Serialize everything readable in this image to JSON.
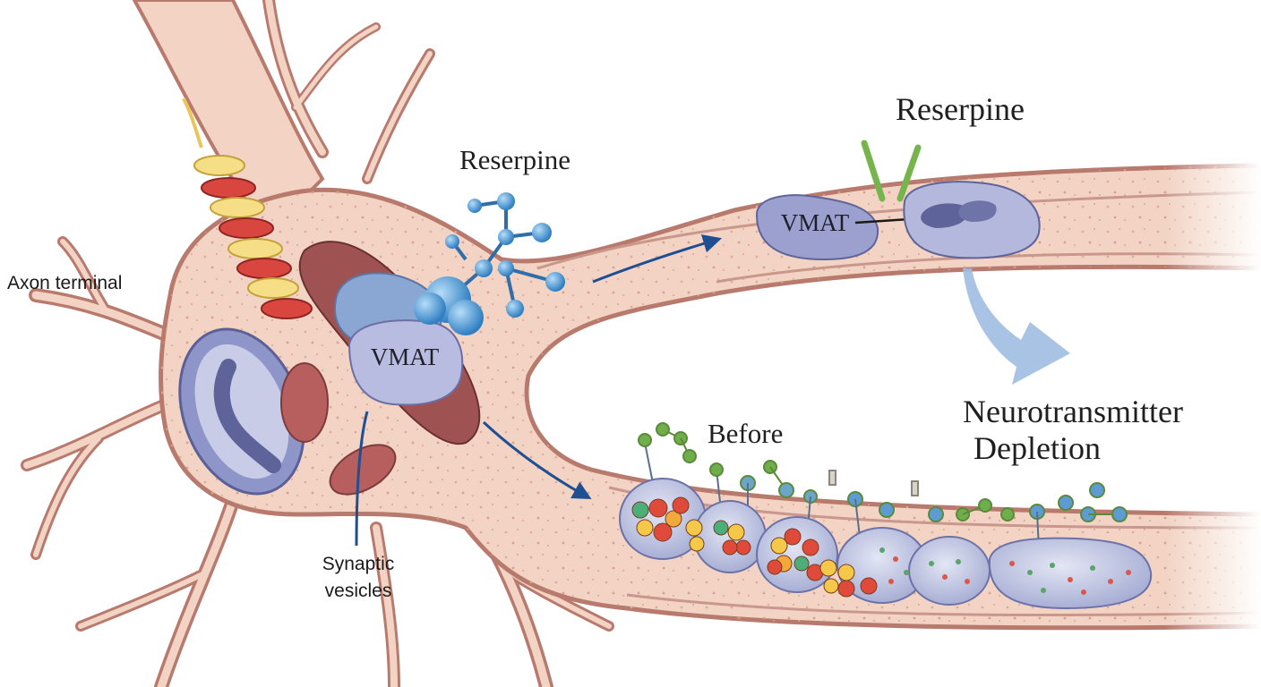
{
  "labels": {
    "axon_terminal": "Axon terminal",
    "reserpine_left": "Reserpine",
    "reserpine_top": "Reserpine",
    "vmat_left": "VMAT",
    "vmat_right": "VMAT",
    "synaptic_line1": "Synaptic",
    "synaptic_line2": "vesicles",
    "before": "Before",
    "depletion_line1": "Neurotransmitter",
    "depletion_line2": "Depletion"
  },
  "colors": {
    "cytoplasm": "#f2d3c4",
    "membrane": "#b97a6e",
    "vmat": "#a9aed6",
    "reserpine_molecule": "#3f93d4",
    "arrow": "#1f4f93",
    "big_arrow": "#8fb0d8",
    "mitochondria": "#b75f5f",
    "nucleus": "#8e95c8"
  },
  "icons": {
    "reserpine_molecule": "ball-and-stick-molecule-icon",
    "reserpine_blocker": "green-bar-blocker-icon"
  }
}
